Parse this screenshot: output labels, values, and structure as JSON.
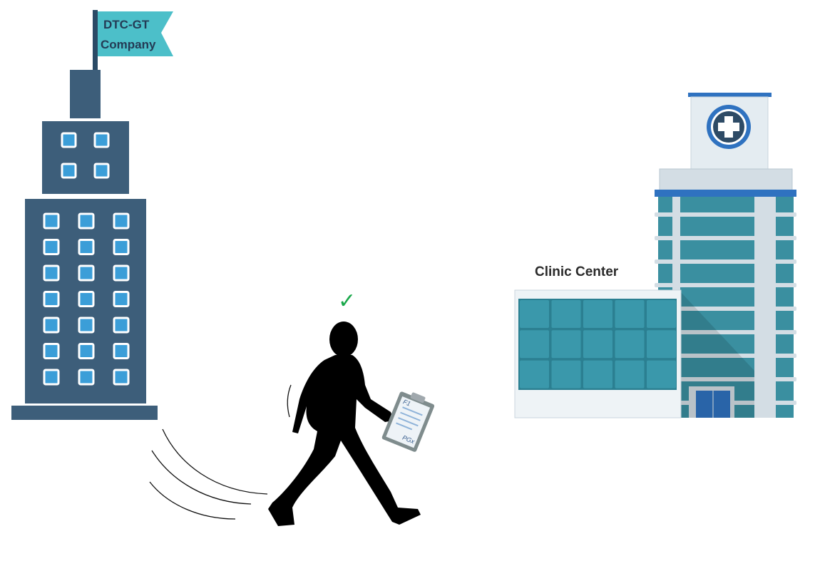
{
  "company": {
    "flag_line1": "DTC-GT",
    "flag_line2": "Company"
  },
  "clinic": {
    "label": "Clinic Center"
  },
  "person": {
    "check_mark": "✓",
    "clipboard_label_top": "F1",
    "clipboard_label_bottom": "PGx"
  },
  "colors": {
    "tower_body": "#3d5e7a",
    "tower_window": "#3b9ed8",
    "flag": "#4cbfc9",
    "clinic_glass": "#3a8fa0",
    "clinic_frame": "#d9e3ea",
    "clinic_blue_trim": "#2f72c0",
    "check": "#1aa84b"
  },
  "icons": {
    "hospital_cross": "plus-in-circle-icon",
    "check": "check-icon",
    "clipboard": "clipboard-icon"
  }
}
